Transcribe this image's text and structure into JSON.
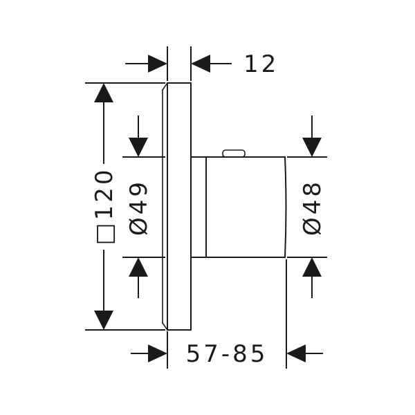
{
  "dimensions": {
    "plate_thickness": "12",
    "plate_square": "□120",
    "inner_diameter": "Ø49",
    "knob_diameter": "Ø48",
    "mounting_depth": "57-85"
  },
  "colors": {
    "line": "#1a1a1a",
    "background": "#ffffff"
  }
}
